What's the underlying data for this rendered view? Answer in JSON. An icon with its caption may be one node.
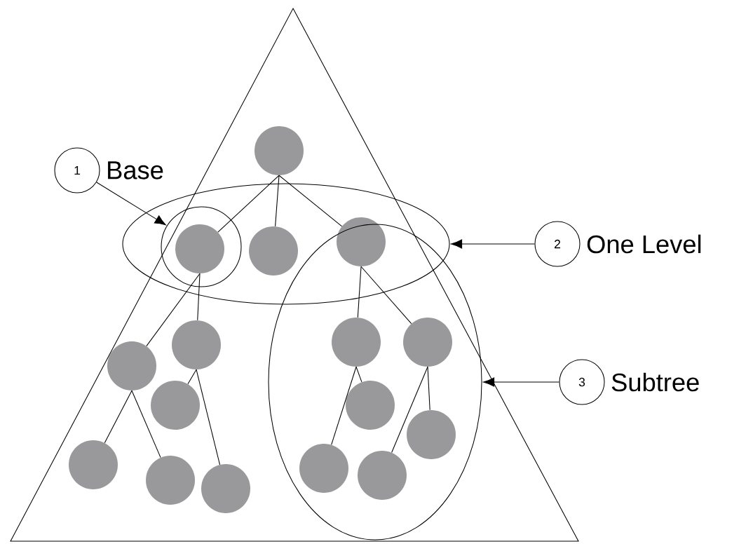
{
  "diagram": {
    "nodes": [
      {
        "text": [
          "1"
        ],
        "beside": [
          "Base"
        ]
      },
      {
        "text": [],
        "shape": "ellipse"
      },
      {
        "text": [],
        "shape": "circle",
        "in": 1
      },
      {
        "text": [],
        "shape": "circle"
      },
      {
        "text": [],
        "shape": "circle",
        "in": 2
      },
      {
        "text": [],
        "shape": "circle",
        "in": 1
      },
      {
        "text": [],
        "shape": "circle",
        "in": 1
      },
      {
        "text": [
          "2"
        ],
        "beside": [
          "One Level"
        ]
      },
      {
        "text": [],
        "shape": "ellipse"
      },
      {
        "text": [],
        "shape": "circle"
      },
      {
        "text": [],
        "shape": "circle"
      },
      {
        "text": [],
        "shape": "circle",
        "in": 8
      },
      {
        "text": [],
        "shape": "circle",
        "in": 8
      },
      {
        "text": [
          "3"
        ],
        "beside": [
          "Subtree"
        ]
      },
      {
        "text": [],
        "shape": "circle"
      },
      {
        "text": [],
        "shape": "circle",
        "in": 8
      },
      {
        "text": [],
        "shape": "circle",
        "in": 8
      },
      {
        "text": [],
        "shape": "circle"
      },
      {
        "text": [],
        "shape": "circle"
      },
      {
        "text": [],
        "shape": "circle"
      },
      {
        "text": [],
        "shape": "circle",
        "in": 8
      },
      {
        "text": [],
        "shape": "circle",
        "in": 8
      }
    ],
    "edges": [
      {
        "from": 3,
        "to": 4,
        "arrow": "none"
      },
      {
        "from": 3,
        "to": 5,
        "arrow": "none"
      },
      {
        "from": 3,
        "to": 6,
        "arrow": "none"
      },
      {
        "from": 4,
        "to": 9,
        "arrow": "none"
      },
      {
        "from": 4,
        "to": 10,
        "arrow": "none"
      },
      {
        "from": 6,
        "to": 11,
        "arrow": "none"
      },
      {
        "from": 6,
        "to": 12,
        "arrow": "none"
      },
      {
        "from": 9,
        "to": 17,
        "arrow": "none"
      },
      {
        "from": 9,
        "to": 18,
        "arrow": "none"
      },
      {
        "from": 10,
        "to": 14,
        "arrow": "none"
      },
      {
        "from": 10,
        "to": 19,
        "arrow": "none"
      },
      {
        "from": 11,
        "to": 15,
        "arrow": "none"
      },
      {
        "from": 11,
        "to": 20,
        "arrow": "none"
      },
      {
        "from": 12,
        "to": 21,
        "arrow": "none"
      },
      {
        "from": 12,
        "to": 16,
        "arrow": "none"
      },
      {
        "from": 0,
        "to": 2,
        "arrow": "to"
      },
      {
        "from": 7,
        "to": 1,
        "arrow": "to"
      },
      {
        "from": 13,
        "to": 8,
        "arrow": "to"
      }
    ]
  }
}
